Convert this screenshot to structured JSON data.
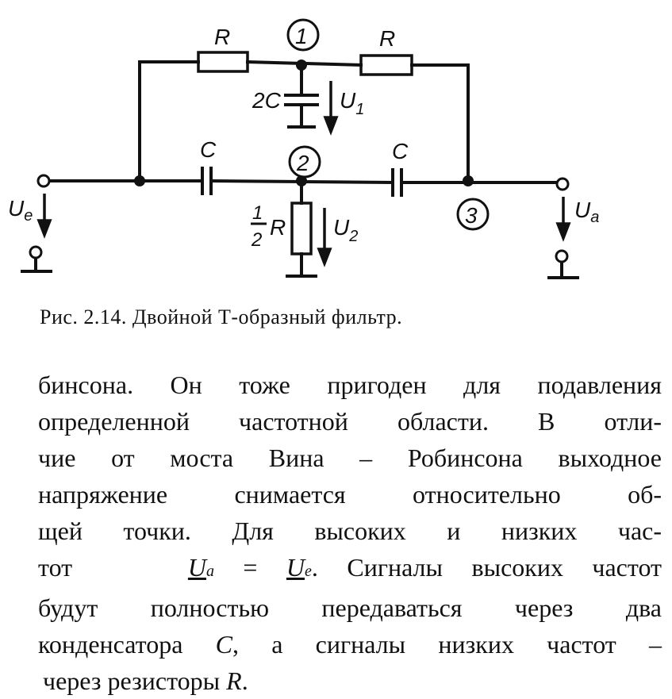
{
  "circuit": {
    "labels": {
      "r_top_left": "R",
      "r_top_right": "R",
      "node1": "1",
      "cap_2c": "2C",
      "u1_main": "U",
      "u1_sub": "1",
      "c_left": "C",
      "c_right": "C",
      "node2": "2",
      "node3": "3",
      "half_num": "1",
      "half_den": "2",
      "half_r": "R",
      "u2_main": "U",
      "u2_sub": "2",
      "ue_main": "U",
      "ue_sub": "e",
      "ua_main": "U",
      "ua_sub": "a"
    }
  },
  "caption": "Рис. 2.14. Двойной Т-образный фильтр.",
  "text": {
    "line1": "бинсона. Он тоже пригоден для подавления",
    "line2": "определенной частотной области. В отли-",
    "line3": "чие от моста Вина – Робинсона выходное",
    "line4": "напряжение снимается относительно об-",
    "line5": "щей точки. Для высоких и низких час-",
    "line6_a": "тот",
    "line6_u1": "U",
    "line6_u1_sub": "a",
    "line6_eq": "=",
    "line6_u2": "U",
    "line6_u2_sub": "e",
    "line6_b": ". Сигналы высоких частот",
    "line7": "будут полностью передаваться через два",
    "line8_a": "конденсатора",
    "line8_c": "C",
    "line8_b": ", а сигналы низких частот –",
    "line9_a": "через резисторы",
    "line9_r": "R",
    "line9_b": "."
  }
}
